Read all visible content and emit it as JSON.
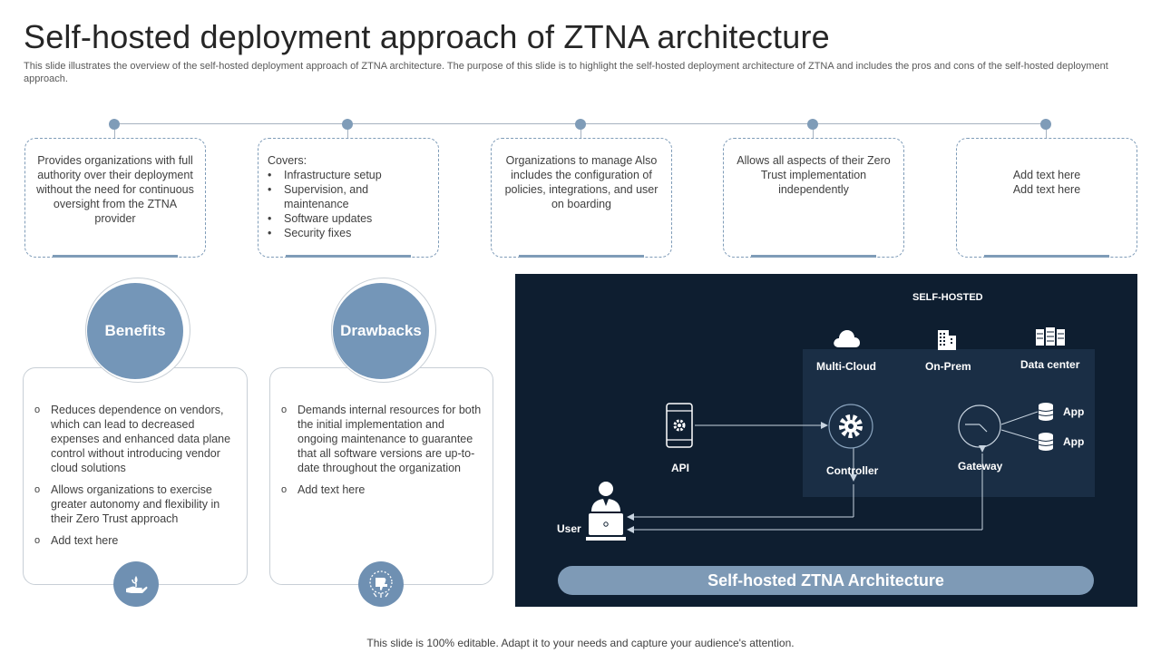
{
  "slide": {
    "title": "Self-hosted deployment approach of ZTNA architecture",
    "subtitle": "This slide illustrates the overview of the self-hosted deployment approach of ZTNA architecture. The purpose of this slide is to highlight the self-hosted deployment architecture of ZTNA  and includes the pros and cons of the self-hosted deployment approach.",
    "footer": "This slide is 100% editable. Adapt it to your needs and capture your audience's attention."
  },
  "steps": [
    {
      "text": "Provides organizations with full authority over their deployment without the need for continuous oversight from the ZTNA provider"
    },
    {
      "heading": "Covers:",
      "items": [
        "Infrastructure  setup",
        "Supervision,  and maintenance",
        "Software updates",
        "Security fixes"
      ]
    },
    {
      "text": "Organizations to manage Also includes the configuration of policies, integrations, and user on boarding"
    },
    {
      "text": "Allows all aspects of their Zero Trust implementation independently"
    },
    {
      "text": "Add text here\nAdd text here"
    }
  ],
  "benefits": {
    "title": "Benefits",
    "items": [
      "Reduces dependence on vendors, which can lead to decreased expenses and enhanced data plane control without introducing vendor  cloud solutions",
      "Allows organizations to exercise greater autonomy and flexibility in their Zero Trust approach",
      "Add text here"
    ],
    "icon": "hand-plant-icon"
  },
  "drawbacks": {
    "title": "Drawbacks",
    "items": [
      "Demands internal resources for both the initial implementation and ongoing maintenance to guarantee that all software versions  are up-to-date throughout the organization",
      "Add text here"
    ],
    "icon": "thumbs-down-icon"
  },
  "architecture": {
    "header": "SELF-HOSTED",
    "multi_cloud": "Multi-Cloud",
    "on_prem": "On-Prem",
    "data_center": "Data center",
    "api": "API",
    "controller": "Controller",
    "gateway": "Gateway",
    "app1": "App",
    "app2": "App",
    "user": "User",
    "banner": "Self-hosted ZTNA Architecture",
    "colors": {
      "panel": "#0e1e30",
      "inner": "#1a2e45",
      "banner": "#7e9ab6",
      "accent": "#7496b8"
    }
  }
}
